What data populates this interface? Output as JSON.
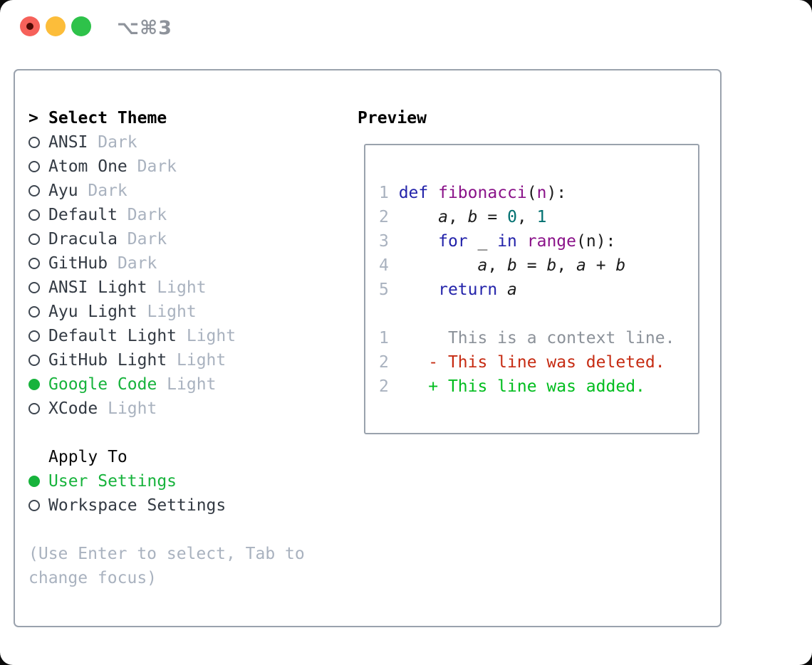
{
  "titlebar": {
    "shortcut_label": "⌥⌘3",
    "buttons": [
      {
        "name": "close",
        "color": "#f6615a",
        "dot": "#4d0a05"
      },
      {
        "name": "minimize",
        "color": "#fcbd3a",
        "dot": null
      },
      {
        "name": "zoom",
        "color": "#2ec24a",
        "dot": null
      }
    ]
  },
  "theme_list": {
    "header": {
      "prefix": ">",
      "label": "Select Theme"
    },
    "items": [
      {
        "name": "ANSI",
        "variant": "Dark",
        "selected": false
      },
      {
        "name": "Atom One",
        "variant": "Dark",
        "selected": false
      },
      {
        "name": "Ayu",
        "variant": "Dark",
        "selected": false
      },
      {
        "name": "Default",
        "variant": "Dark",
        "selected": false
      },
      {
        "name": "Dracula",
        "variant": "Dark",
        "selected": false
      },
      {
        "name": "GitHub",
        "variant": "Dark",
        "selected": false
      },
      {
        "name": "ANSI Light",
        "variant": "Light",
        "selected": false
      },
      {
        "name": "Ayu Light",
        "variant": "Light",
        "selected": false
      },
      {
        "name": "Default Light",
        "variant": "Light",
        "selected": false
      },
      {
        "name": "GitHub Light",
        "variant": "Light",
        "selected": false
      },
      {
        "name": "Google Code",
        "variant": "Light",
        "selected": true
      },
      {
        "name": "XCode",
        "variant": "Light",
        "selected": false
      }
    ]
  },
  "apply_to": {
    "header": "Apply To",
    "options": [
      {
        "label": "User Settings",
        "selected": true
      },
      {
        "label": "Workspace Settings",
        "selected": false
      }
    ]
  },
  "hint": {
    "line1": "(Use Enter to select, Tab to",
    "line2": "change focus)"
  },
  "preview": {
    "header": "Preview",
    "code_lines": [
      {
        "no": "1",
        "tokens": [
          [
            "kw",
            "def"
          ],
          [
            "pl",
            " "
          ],
          [
            "fn",
            "fibonacci"
          ],
          [
            "pl",
            "("
          ],
          [
            "fn",
            "n"
          ],
          [
            "pl",
            "):"
          ]
        ]
      },
      {
        "no": "2",
        "tokens": [
          [
            "pl",
            "    "
          ],
          [
            "vr",
            "a"
          ],
          [
            "pl",
            ", "
          ],
          [
            "vr",
            "b"
          ],
          [
            "pl",
            " = "
          ],
          [
            "nm",
            "0"
          ],
          [
            "pl",
            ", "
          ],
          [
            "nm",
            "1"
          ]
        ]
      },
      {
        "no": "3",
        "tokens": [
          [
            "pl",
            "    "
          ],
          [
            "kw",
            "for"
          ],
          [
            "pl",
            " _ "
          ],
          [
            "kw",
            "in"
          ],
          [
            "pl",
            " "
          ],
          [
            "fn",
            "range"
          ],
          [
            "pl",
            "(n):"
          ]
        ]
      },
      {
        "no": "4",
        "tokens": [
          [
            "pl",
            "        "
          ],
          [
            "vr",
            "a"
          ],
          [
            "pl",
            ", "
          ],
          [
            "vr",
            "b"
          ],
          [
            "pl",
            " = "
          ],
          [
            "vr",
            "b"
          ],
          [
            "pl",
            ", "
          ],
          [
            "vr",
            "a"
          ],
          [
            "pl",
            " + "
          ],
          [
            "vr",
            "b"
          ]
        ]
      },
      {
        "no": "5",
        "tokens": [
          [
            "pl",
            "    "
          ],
          [
            "kw",
            "return"
          ],
          [
            "pl",
            " "
          ],
          [
            "vr",
            "a"
          ]
        ]
      }
    ],
    "diff_lines": [
      {
        "no": "1",
        "kind": "context",
        "text": "     This is a context line."
      },
      {
        "no": "2",
        "kind": "deleted",
        "text": "   - This line was deleted."
      },
      {
        "no": "2",
        "kind": "added",
        "text": "   + This line was added."
      }
    ]
  },
  "colors": {
    "selected_green": "#17b33c",
    "keyword": "#2323aa",
    "function": "#8a1289",
    "number": "#007070",
    "deleted": "#c62b12",
    "added": "#00bd1e",
    "context": "#8b9199",
    "muted": "#a9b2bf"
  }
}
